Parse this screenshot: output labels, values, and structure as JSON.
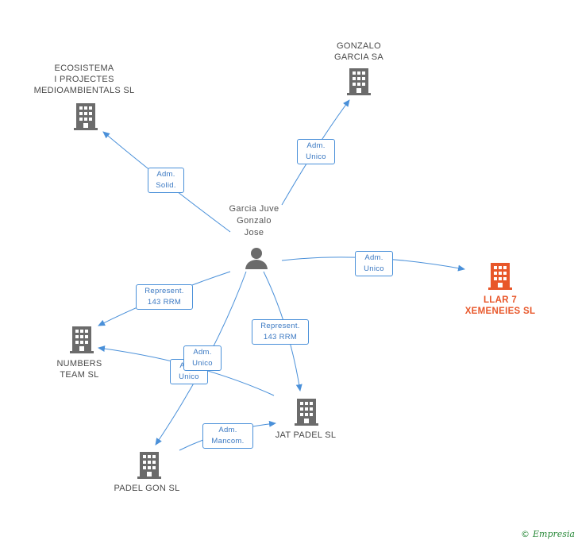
{
  "person": {
    "name": "Garcia Juve\nGonzalo\nJose"
  },
  "companies": {
    "ecosistema": "ECOSISTEMA\nI PROJECTES\nMEDIOAMBIENTALS SL",
    "gonzalo_garcia": "GONZALO\nGARCIA SA",
    "llar7": "LLAR 7\nXEMENEIES SL",
    "numbers": "NUMBERS\nTEAM SL",
    "jat_padel": "JAT PADEL SL",
    "padel_gon": "PADEL GON SL"
  },
  "edges": {
    "e1": "Adm.\nSolid.",
    "e2": "Adm.\nUnico",
    "e3": "Adm.\nUnico",
    "e4": "Represent.\n143 RRM",
    "e5": "Represent.\n143 RRM",
    "e6": "Adm.\nUnico",
    "e7": "Adm.\nUnico",
    "e8": "Adm.\nMancom."
  },
  "colors": {
    "edge": "#4a90d9",
    "node": "#6b6b6b",
    "main_node": "#e8572a"
  },
  "footer": {
    "copyright": "©",
    "brand": "Empresia"
  }
}
